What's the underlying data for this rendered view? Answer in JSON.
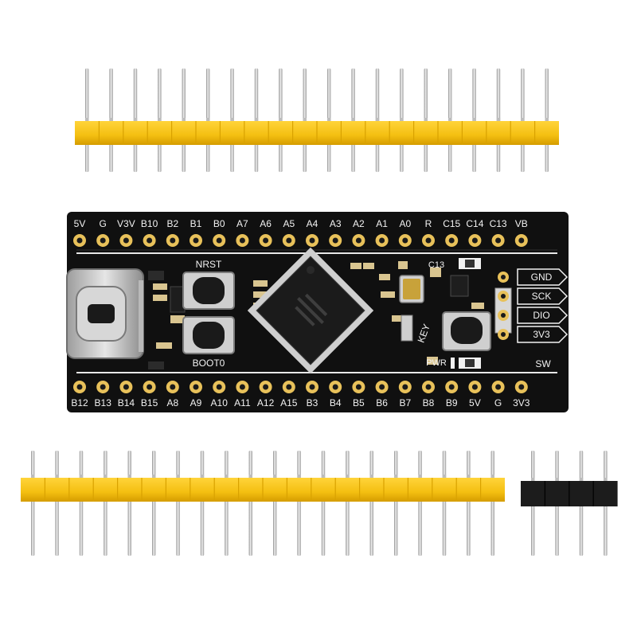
{
  "board": {
    "top_pins": [
      "5V",
      "G",
      "V3V",
      "B10",
      "B2",
      "B1",
      "B0",
      "A7",
      "A6",
      "A5",
      "A4",
      "A3",
      "A2",
      "A1",
      "A0",
      "R",
      "C15",
      "C14",
      "C13",
      "VB"
    ],
    "bottom_pins": [
      "B12",
      "B13",
      "B14",
      "B15",
      "A8",
      "A9",
      "A10",
      "A11",
      "A12",
      "A15",
      "B3",
      "B4",
      "B5",
      "B6",
      "B7",
      "B8",
      "B9",
      "5V",
      "G",
      "3V3"
    ],
    "swd_pins": [
      "GND",
      "SCK",
      "DIO",
      "3V3"
    ],
    "labels": {
      "nrst": "NRST",
      "boot0": "BOOT0",
      "c13": "C13",
      "key": "KEY",
      "pwr": "PWR",
      "sw": "SW"
    }
  },
  "colors": {
    "pcb": "#101010",
    "silkscreen": "#f2f2f2",
    "pad_gold": "#e8c15a",
    "header_plastic_yellow": "#f4bf11",
    "header_plastic_black": "#1c1c1c",
    "pin_metal": "#c9c9c9"
  },
  "headers": {
    "top_strip_pins": 20,
    "bottom_strip_pins": 20,
    "small_strip_pins": 4
  }
}
